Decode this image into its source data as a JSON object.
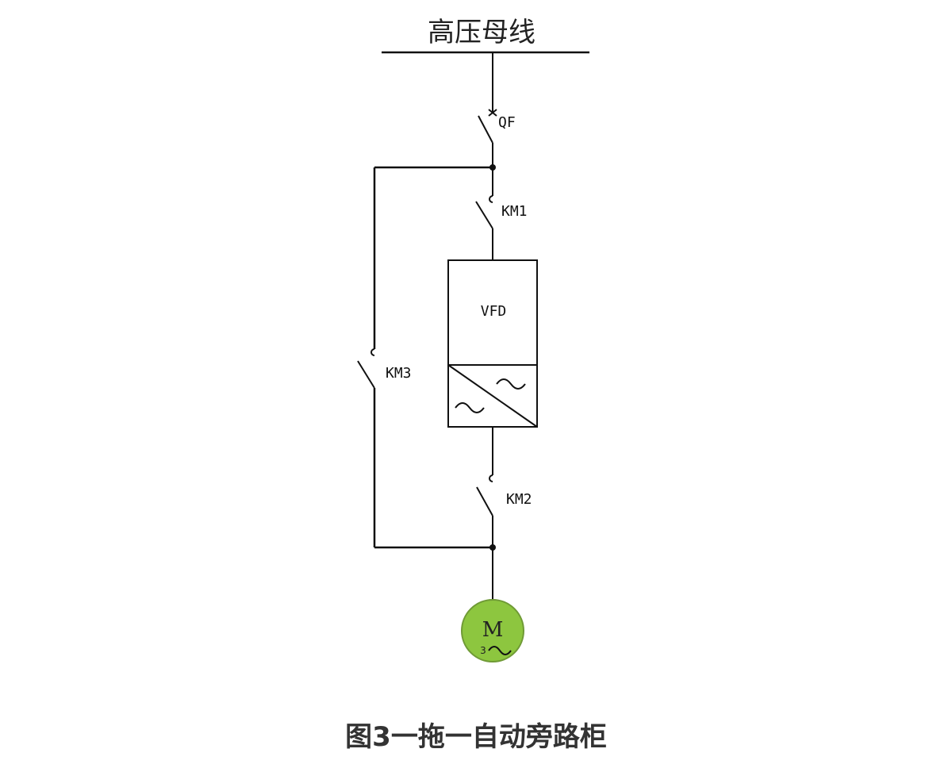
{
  "bus": {
    "title": "高压母线"
  },
  "switches": {
    "qf": "QF",
    "km1": "KM1",
    "km2": "KM2",
    "km3": "KM3"
  },
  "vfd": {
    "label": "VFD"
  },
  "motor": {
    "letter": "M",
    "phase": "3",
    "fill": "#8dc63f",
    "stroke": "#6f9a35"
  },
  "caption": "图3一拖一自动旁路柜"
}
